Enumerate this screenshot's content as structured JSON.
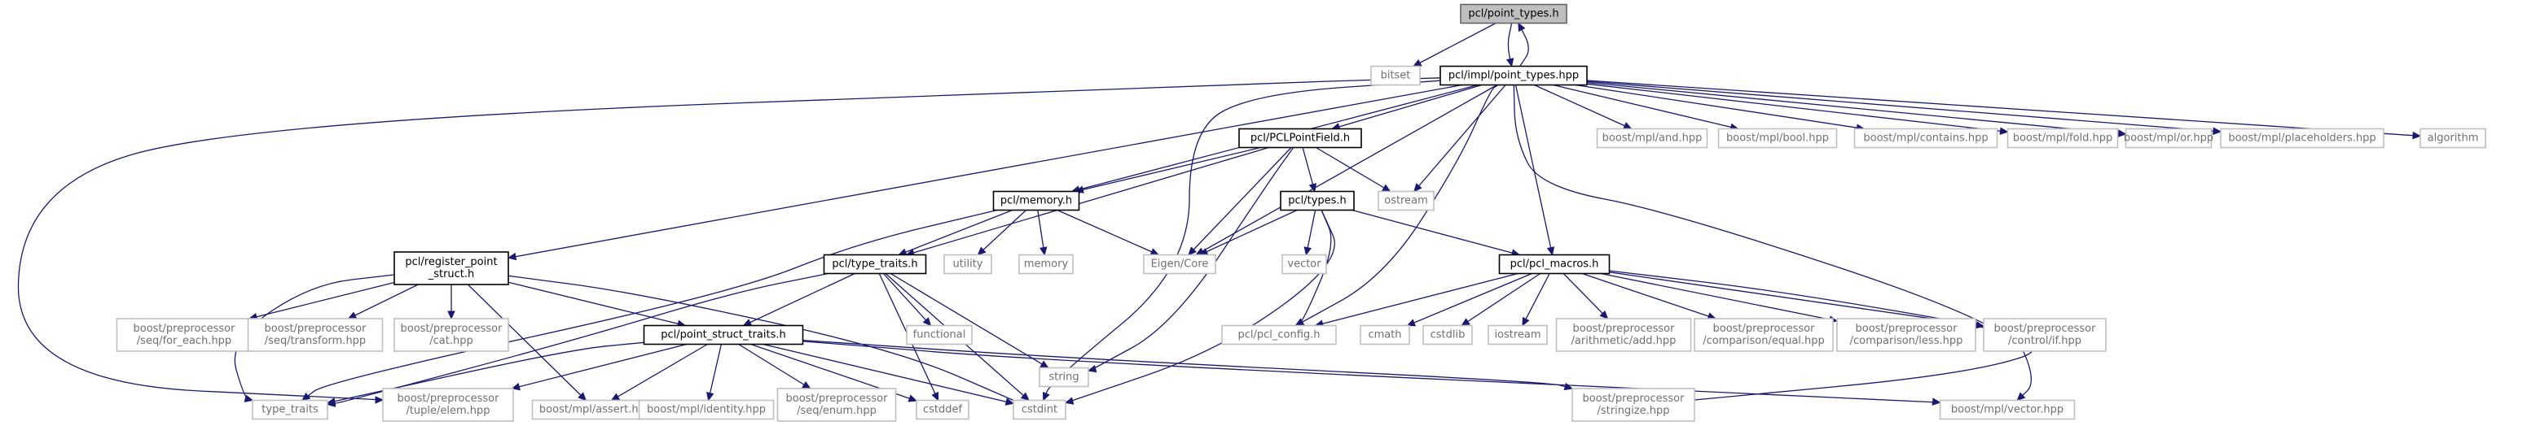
{
  "diagram": {
    "colors": {
      "edge": "#191970",
      "root_fill": "#bfbfbf",
      "primary_stroke": "#000000",
      "external_stroke": "#bfbfbf",
      "external_text": "#707070"
    },
    "nodes": [
      {
        "id": "pcl_point_types_h",
        "kind": "root",
        "lines": [
          "pcl/point_types.h"
        ]
      },
      {
        "id": "bitset",
        "kind": "external",
        "lines": [
          "bitset"
        ]
      },
      {
        "id": "pcl_impl_point_types_hpp",
        "kind": "primary",
        "lines": [
          "pcl/impl/point_types.hpp"
        ]
      },
      {
        "id": "pcl_PCLPointField_h",
        "kind": "primary",
        "lines": [
          "pcl/PCLPointField.h"
        ]
      },
      {
        "id": "boost_mpl_and",
        "kind": "external",
        "lines": [
          "boost/mpl/and.hpp"
        ]
      },
      {
        "id": "boost_mpl_bool",
        "kind": "external",
        "lines": [
          "boost/mpl/bool.hpp"
        ]
      },
      {
        "id": "boost_mpl_contains",
        "kind": "external",
        "lines": [
          "boost/mpl/contains.hpp"
        ]
      },
      {
        "id": "boost_mpl_fold",
        "kind": "external",
        "lines": [
          "boost/mpl/fold.hpp"
        ]
      },
      {
        "id": "boost_mpl_or",
        "kind": "external",
        "lines": [
          "boost/mpl/or.hpp"
        ]
      },
      {
        "id": "boost_mpl_placeholders",
        "kind": "external",
        "lines": [
          "boost/mpl/placeholders.hpp"
        ]
      },
      {
        "id": "algorithm",
        "kind": "external",
        "lines": [
          "algorithm"
        ]
      },
      {
        "id": "pcl_memory_h",
        "kind": "primary",
        "lines": [
          "pcl/memory.h"
        ]
      },
      {
        "id": "pcl_types_h",
        "kind": "primary",
        "lines": [
          "pcl/types.h"
        ]
      },
      {
        "id": "ostream",
        "kind": "external",
        "lines": [
          "ostream"
        ]
      },
      {
        "id": "pcl_register_point_struct_h",
        "kind": "primary",
        "lines": [
          "pcl/register_point",
          "_struct.h"
        ]
      },
      {
        "id": "utility",
        "kind": "external",
        "lines": [
          "utility"
        ]
      },
      {
        "id": "memory",
        "kind": "external",
        "lines": [
          "memory"
        ]
      },
      {
        "id": "eigen_core",
        "kind": "external",
        "lines": [
          "Eigen/Core"
        ]
      },
      {
        "id": "vector",
        "kind": "external",
        "lines": [
          "vector"
        ]
      },
      {
        "id": "pcl_pcl_macros_h",
        "kind": "primary",
        "lines": [
          "pcl/pcl_macros.h"
        ]
      },
      {
        "id": "pcl_type_traits_h",
        "kind": "primary",
        "lines": [
          "pcl/type_traits.h"
        ]
      },
      {
        "id": "bp_seq_for_each",
        "kind": "external",
        "lines": [
          "boost/preprocessor",
          "/seq/for_each.hpp"
        ]
      },
      {
        "id": "bp_seq_transform",
        "kind": "external",
        "lines": [
          "boost/preprocessor",
          "/seq/transform.hpp"
        ]
      },
      {
        "id": "bp_cat",
        "kind": "external",
        "lines": [
          "boost/preprocessor",
          "/cat.hpp"
        ]
      },
      {
        "id": "functional",
        "kind": "external",
        "lines": [
          "functional"
        ]
      },
      {
        "id": "string",
        "kind": "external",
        "lines": [
          "string"
        ]
      },
      {
        "id": "pcl_pcl_config_h",
        "kind": "external",
        "lines": [
          "pcl/pcl_config.h"
        ]
      },
      {
        "id": "cmath",
        "kind": "external",
        "lines": [
          "cmath"
        ]
      },
      {
        "id": "cstdlib",
        "kind": "external",
        "lines": [
          "cstdlib"
        ]
      },
      {
        "id": "iostream",
        "kind": "external",
        "lines": [
          "iostream"
        ]
      },
      {
        "id": "bp_arith_add",
        "kind": "external",
        "lines": [
          "boost/preprocessor",
          "/arithmetic/add.hpp"
        ]
      },
      {
        "id": "bp_comp_equal",
        "kind": "external",
        "lines": [
          "boost/preprocessor",
          "/comparison/equal.hpp"
        ]
      },
      {
        "id": "bp_comp_less",
        "kind": "external",
        "lines": [
          "boost/preprocessor",
          "/comparison/less.hpp"
        ]
      },
      {
        "id": "bp_control_if",
        "kind": "external",
        "lines": [
          "boost/preprocessor",
          "/control/if.hpp"
        ]
      },
      {
        "id": "pcl_point_struct_traits_h",
        "kind": "primary",
        "lines": [
          "pcl/point_struct_traits.h"
        ]
      },
      {
        "id": "type_traits",
        "kind": "external",
        "lines": [
          "type_traits"
        ]
      },
      {
        "id": "bp_tuple_elem",
        "kind": "external",
        "lines": [
          "boost/preprocessor",
          "/tuple/elem.hpp"
        ]
      },
      {
        "id": "boost_mpl_assert",
        "kind": "external",
        "lines": [
          "boost/mpl/assert.hpp"
        ]
      },
      {
        "id": "boost_mpl_identity",
        "kind": "external",
        "lines": [
          "boost/mpl/identity.hpp"
        ]
      },
      {
        "id": "bp_seq_enum",
        "kind": "external",
        "lines": [
          "boost/preprocessor",
          "/seq/enum.hpp"
        ]
      },
      {
        "id": "cstddef",
        "kind": "external",
        "lines": [
          "cstddef"
        ]
      },
      {
        "id": "cstdint",
        "kind": "external",
        "lines": [
          "cstdint"
        ]
      },
      {
        "id": "bp_stringize",
        "kind": "external",
        "lines": [
          "boost/preprocessor",
          "/stringize.hpp"
        ]
      },
      {
        "id": "boost_mpl_vector",
        "kind": "external",
        "lines": [
          "boost/mpl/vector.hpp"
        ]
      }
    ],
    "edges": [
      [
        "pcl_point_types_h",
        "bitset"
      ],
      [
        "pcl_point_types_h",
        "pcl_impl_point_types_hpp"
      ],
      [
        "pcl_impl_point_types_hpp",
        "pcl_point_types_h"
      ],
      [
        "pcl_impl_point_types_hpp",
        "pcl_PCLPointField_h"
      ],
      [
        "pcl_impl_point_types_hpp",
        "boost_mpl_and"
      ],
      [
        "pcl_impl_point_types_hpp",
        "boost_mpl_bool"
      ],
      [
        "pcl_impl_point_types_hpp",
        "boost_mpl_contains"
      ],
      [
        "pcl_impl_point_types_hpp",
        "boost_mpl_fold"
      ],
      [
        "pcl_impl_point_types_hpp",
        "boost_mpl_or"
      ],
      [
        "pcl_impl_point_types_hpp",
        "boost_mpl_placeholders"
      ],
      [
        "pcl_impl_point_types_hpp",
        "algorithm"
      ],
      [
        "pcl_impl_point_types_hpp",
        "pcl_memory_h"
      ],
      [
        "pcl_impl_point_types_hpp",
        "ostream"
      ],
      [
        "pcl_impl_point_types_hpp",
        "eigen_core"
      ],
      [
        "pcl_impl_point_types_hpp",
        "pcl_register_point_struct_h"
      ],
      [
        "pcl_impl_point_types_hpp",
        "pcl_pcl_macros_h"
      ],
      [
        "pcl_impl_point_types_hpp",
        "pcl_pcl_config_h"
      ],
      [
        "pcl_impl_point_types_hpp",
        "cstdint"
      ],
      [
        "pcl_impl_point_types_hpp",
        "boost_mpl_vector"
      ],
      [
        "pcl_impl_point_types_hpp",
        "bp_tuple_elem"
      ],
      [
        "pcl_PCLPointField_h",
        "pcl_memory_h"
      ],
      [
        "pcl_PCLPointField_h",
        "pcl_types_h"
      ],
      [
        "pcl_PCLPointField_h",
        "ostream"
      ],
      [
        "pcl_PCLPointField_h",
        "eigen_core"
      ],
      [
        "pcl_PCLPointField_h",
        "pcl_type_traits_h"
      ],
      [
        "pcl_PCLPointField_h",
        "string"
      ],
      [
        "pcl_memory_h",
        "utility"
      ],
      [
        "pcl_memory_h",
        "memory"
      ],
      [
        "pcl_memory_h",
        "eigen_core"
      ],
      [
        "pcl_memory_h",
        "pcl_type_traits_h"
      ],
      [
        "pcl_memory_h",
        "type_traits"
      ],
      [
        "pcl_types_h",
        "eigen_core"
      ],
      [
        "pcl_types_h",
        "vector"
      ],
      [
        "pcl_types_h",
        "pcl_pcl_macros_h"
      ],
      [
        "pcl_types_h",
        "pcl_pcl_config_h"
      ],
      [
        "pcl_types_h",
        "cstdint"
      ],
      [
        "pcl_register_point_struct_h",
        "bp_seq_for_each"
      ],
      [
        "pcl_register_point_struct_h",
        "bp_seq_transform"
      ],
      [
        "pcl_register_point_struct_h",
        "bp_cat"
      ],
      [
        "pcl_register_point_struct_h",
        "pcl_point_struct_traits_h"
      ],
      [
        "pcl_register_point_struct_h",
        "boost_mpl_assert"
      ],
      [
        "pcl_register_point_struct_h",
        "type_traits"
      ],
      [
        "pcl_register_point_struct_h",
        "cstdint"
      ],
      [
        "pcl_type_traits_h",
        "functional"
      ],
      [
        "pcl_type_traits_h",
        "string"
      ],
      [
        "pcl_type_traits_h",
        "pcl_point_struct_traits_h"
      ],
      [
        "pcl_type_traits_h",
        "type_traits"
      ],
      [
        "pcl_type_traits_h",
        "cstddef"
      ],
      [
        "pcl_type_traits_h",
        "cstdint"
      ],
      [
        "pcl_pcl_macros_h",
        "pcl_pcl_config_h"
      ],
      [
        "pcl_pcl_macros_h",
        "cmath"
      ],
      [
        "pcl_pcl_macros_h",
        "cstdlib"
      ],
      [
        "pcl_pcl_macros_h",
        "iostream"
      ],
      [
        "pcl_pcl_macros_h",
        "bp_arith_add"
      ],
      [
        "pcl_pcl_macros_h",
        "bp_comp_equal"
      ],
      [
        "pcl_pcl_macros_h",
        "bp_comp_less"
      ],
      [
        "pcl_pcl_macros_h",
        "bp_control_if"
      ],
      [
        "pcl_pcl_macros_h",
        "bp_stringize"
      ],
      [
        "pcl_point_struct_traits_h",
        "type_traits"
      ],
      [
        "pcl_point_struct_traits_h",
        "bp_tuple_elem"
      ],
      [
        "pcl_point_struct_traits_h",
        "boost_mpl_assert"
      ],
      [
        "pcl_point_struct_traits_h",
        "boost_mpl_identity"
      ],
      [
        "pcl_point_struct_traits_h",
        "bp_seq_enum"
      ],
      [
        "pcl_point_struct_traits_h",
        "cstddef"
      ],
      [
        "pcl_point_struct_traits_h",
        "cstdint"
      ],
      [
        "pcl_point_struct_traits_h",
        "bp_stringize"
      ],
      [
        "pcl_point_struct_traits_h",
        "boost_mpl_vector"
      ]
    ]
  }
}
